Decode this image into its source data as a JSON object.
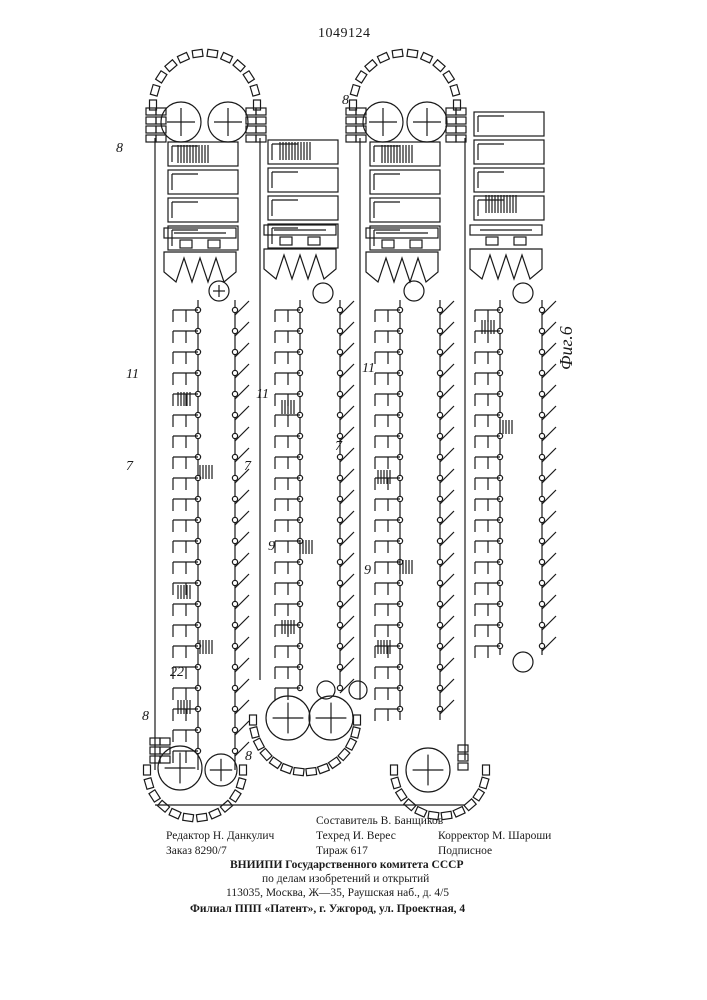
{
  "patent_number": "1049124",
  "figure_caption": "Фиг.6",
  "reference_labels": {
    "label_8": "8",
    "label_7": "7",
    "label_9": "9",
    "label_11": "11",
    "label_22": "22"
  },
  "footer": {
    "compiler": "Составитель В. Банщиков",
    "editor": "Редактор Н. Данкулич",
    "techred": "Техред И. Верес",
    "corrector": "Корректор М. Шароши",
    "order": "Заказ 8290/7",
    "circulation": "Тираж 617",
    "subscription": "Подписное",
    "org_line1": "ВНИИПИ Государственного комитета СССР",
    "org_line2": "по делам изобретений и открытий",
    "org_address": "113035, Москва, Ж—35, Раушская наб., д. 4/5",
    "branch_address": "Филиал ППП «Патент», г. Ужгород, ул. Проектная, 4"
  },
  "colors": {
    "ink": "#1a1a1a",
    "paper": "#ffffff"
  }
}
